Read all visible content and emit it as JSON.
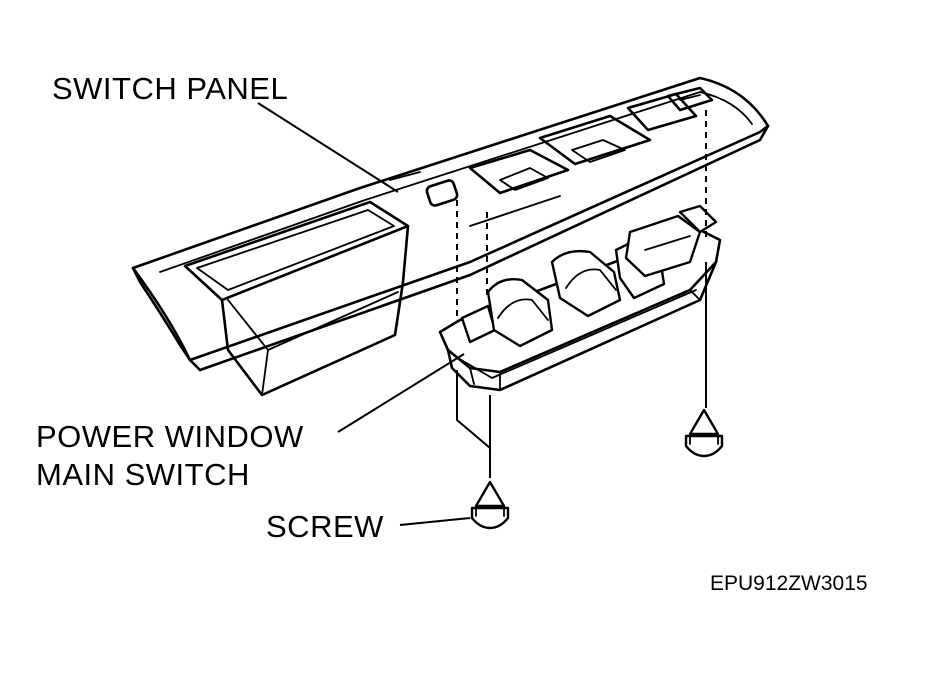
{
  "labels": {
    "switch_panel": "SWITCH PANEL",
    "power_window_line1": "POWER WINDOW",
    "power_window_line2": "MAIN SWITCH",
    "screw": "SCREW"
  },
  "figure_code": "EPU912ZW3015",
  "colors": {
    "ink": "#000000",
    "paper": "#ffffff"
  }
}
